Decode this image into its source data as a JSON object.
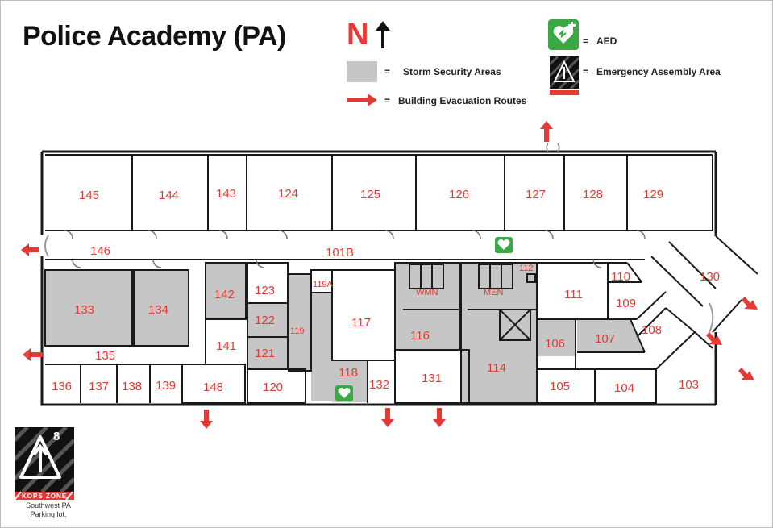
{
  "title": "Police Academy (PA)",
  "north_label": "N",
  "legend": {
    "storm": "Storm Security Areas",
    "evac": "Building Evacuation Routes",
    "aed": "AED",
    "assembly": "Emergency Assembly Area",
    "equals": "="
  },
  "assembly_marker": {
    "number": "8",
    "badge": "KOPS ZONE",
    "note_line1": "Southwest PA",
    "note_line2": "Parking lot."
  },
  "rooms": {
    "r145": "145",
    "r144": "144",
    "r143": "143",
    "r124": "124",
    "r125": "125",
    "r126": "126",
    "r127": "127",
    "r128": "128",
    "r129": "129",
    "r146": "146",
    "r101b": "101B",
    "r130": "130",
    "r133": "133",
    "r134": "134",
    "r142": "142",
    "r123": "123",
    "r122": "122",
    "r121": "121",
    "r119a": "119A",
    "r119": "119",
    "r117": "117",
    "r116": "116",
    "r114": "114",
    "r112": "112",
    "r111": "111",
    "r110": "110",
    "r109": "109",
    "r108": "108",
    "r107": "107",
    "r106": "106",
    "r105": "105",
    "r104": "104",
    "r103": "103",
    "r135": "135",
    "r136": "136",
    "r137": "137",
    "r138": "138",
    "r139": "139",
    "r148": "148",
    "r141": "141",
    "r120": "120",
    "r118": "118",
    "r132": "132",
    "r131": "131",
    "wmn": "WMN",
    "men": "MEN"
  },
  "colors": {
    "storm_fill": "#c6c6c6",
    "evac_red": "#e53935",
    "aed_green": "#3aa843",
    "wall": "#1a1a1a"
  }
}
